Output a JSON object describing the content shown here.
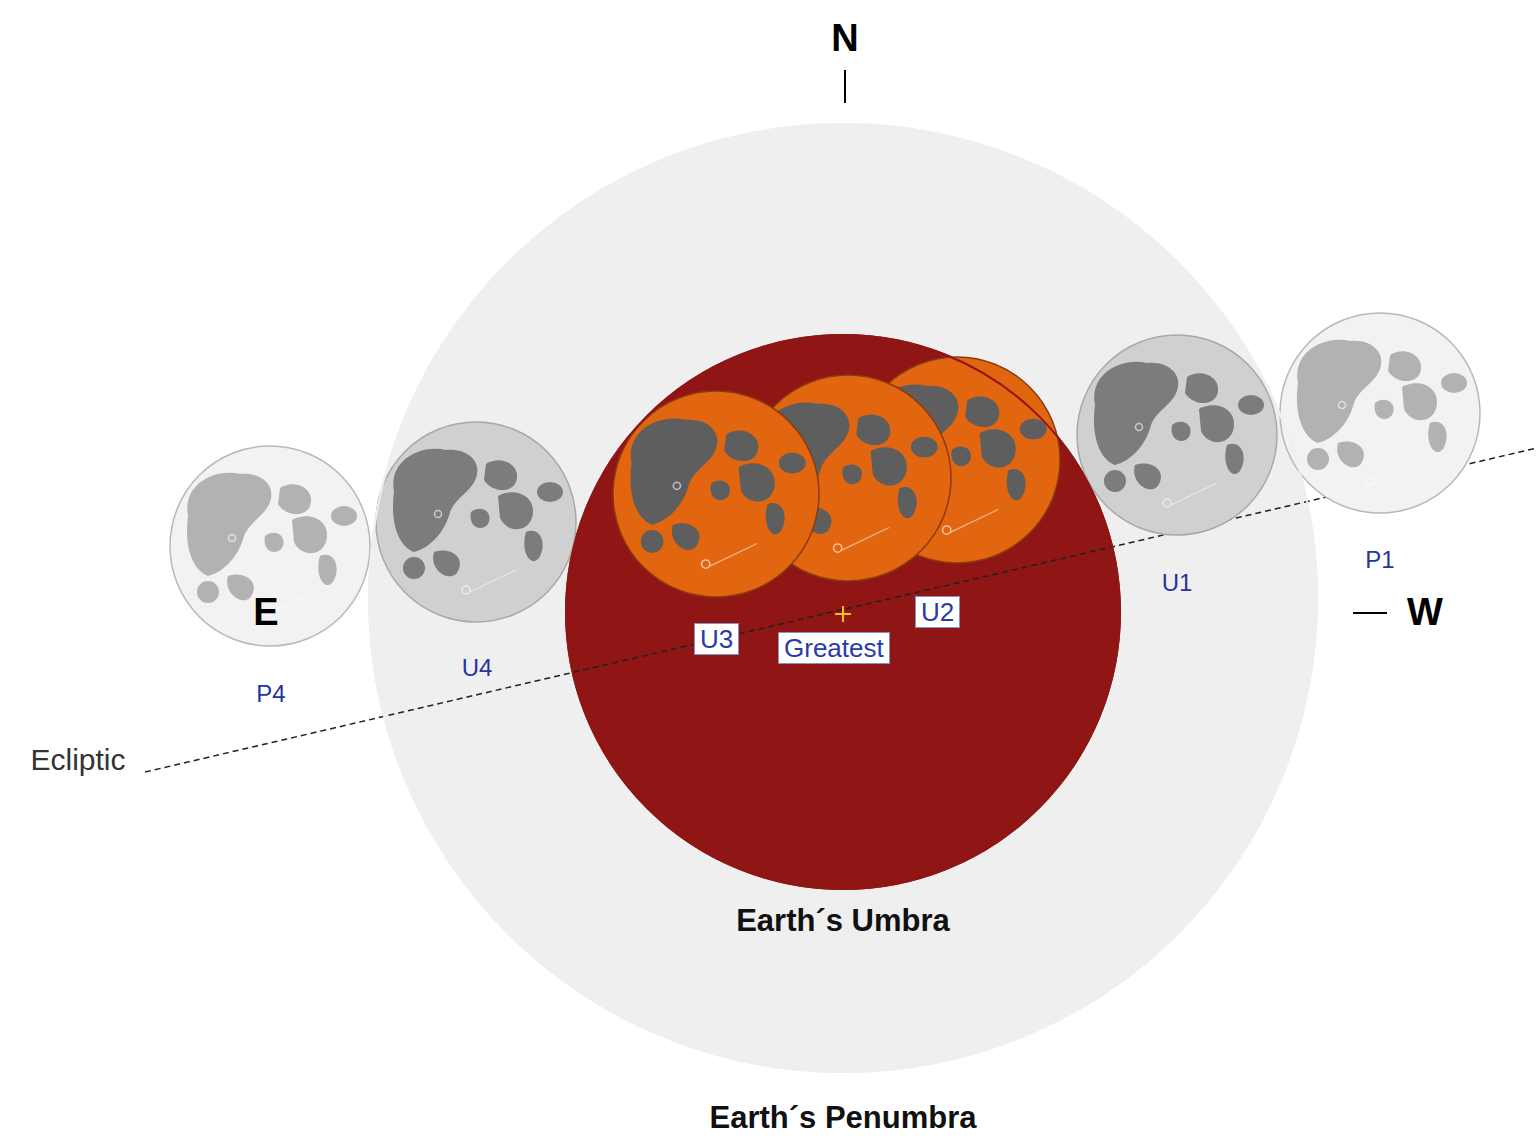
{
  "diagram": {
    "nodes": [
      {
        "text": [
          "Earth´s Penumbra"
        ]
      },
      {
        "text": [
          "Earth´s Umbra"
        ],
        "in": 0
      },
      {
        "text": [
          "U3"
        ],
        "in": 1
      },
      {
        "text": [
          "Greatest"
        ],
        "in": 1
      },
      {
        "text": [
          "U2"
        ],
        "in": 1
      }
    ],
    "labels": [
      "N",
      "E",
      "W",
      "P1",
      "U1",
      "U4",
      "P4",
      "Ecliptic"
    ]
  }
}
